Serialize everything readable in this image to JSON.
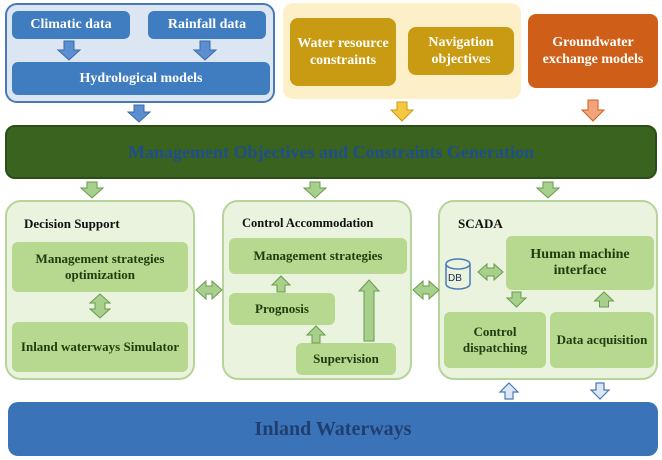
{
  "top": {
    "climatic": "Climatic data",
    "rainfall": "Rainfall data",
    "hydrological": "Hydrological models",
    "water_resource": "Water resource constraints",
    "navigation": "Navigation objectives",
    "groundwater": "Groundwater exchange models"
  },
  "management_bar": "Management Objectives and Constraints Generation",
  "decision_support": {
    "title": "Decision Support",
    "optimization": "Management strategies optimization",
    "simulator": "Inland waterways Simulator"
  },
  "control_accommodation": {
    "title": "Control Accommodation",
    "strategies": "Management strategies",
    "prognosis": "Prognosis",
    "supervision": "Supervision"
  },
  "scada": {
    "title": "SCADA",
    "db": "DB",
    "hmi": "Human machine interface",
    "control": "Control dispatching",
    "data_acq": "Data acquisition"
  },
  "inland_waterways": "Inland Waterways",
  "colors": {
    "blue_accent": "#3f7cc0",
    "gold": "#c89b12",
    "orange": "#cf5f18",
    "dark_green": "#39631f",
    "light_green": "#b7d88f"
  }
}
